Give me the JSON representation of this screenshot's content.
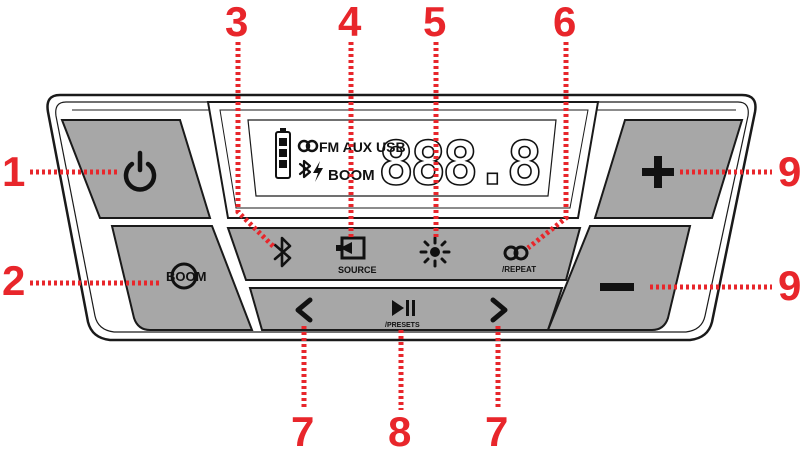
{
  "display": {
    "mode_labels": "FM AUX USB",
    "boom_label": "BOOM",
    "digits": "888.8"
  },
  "buttons": {
    "power_icon": "power-icon",
    "boom_logo_text": "BOOM",
    "bluetooth_icon": "bluetooth-icon",
    "source_label": "SOURCE",
    "brightness_icon": "sun-icon",
    "repeat_label": "/REPEAT",
    "prev_icon": "chevron-left-icon",
    "play_pause_label": "/PRESETS",
    "next_icon": "chevron-right-icon",
    "volume_up_symbol": "+",
    "volume_down_symbol": "–"
  },
  "callouts": [
    "1",
    "2",
    "3",
    "4",
    "5",
    "6",
    "7",
    "8",
    "7",
    "9",
    "9"
  ],
  "colors": {
    "callout": "#e8262b",
    "button_fill": "#a7a7a7",
    "outline": "#1a1a1a"
  }
}
